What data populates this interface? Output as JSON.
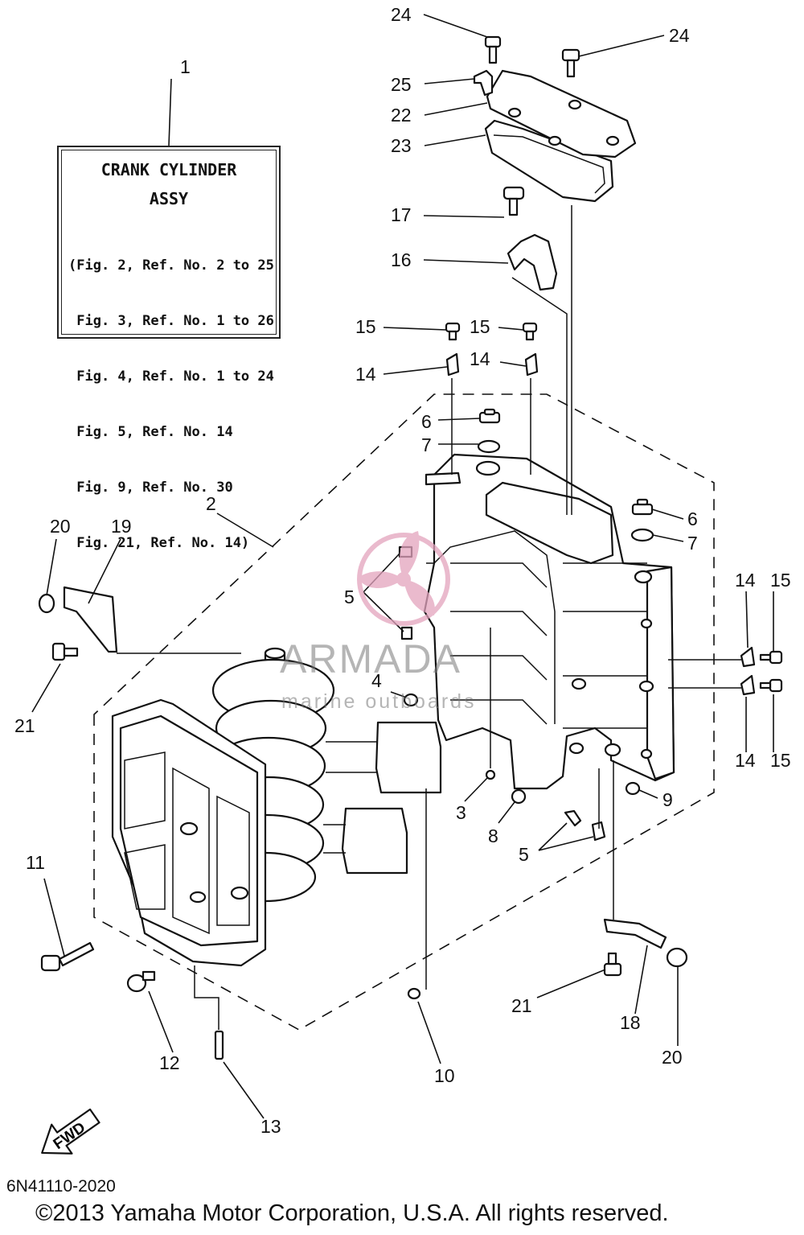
{
  "note": {
    "ref": "1",
    "title_line1": "CRANK CYLINDER",
    "title_line2": "ASSY",
    "lines": [
      "(Fig. 2, Ref. No. 2 to 25",
      " Fig. 3, Ref. No. 1 to 26",
      " Fig. 4, Ref. No. 1 to 24",
      " Fig. 5, Ref. No. 14",
      " Fig. 9, Ref. No. 30",
      " Fig. 21, Ref. No. 14)"
    ]
  },
  "callouts": {
    "c24a": "24",
    "c24b": "24",
    "c25": "25",
    "c22": "22",
    "c23": "23",
    "c17": "17",
    "c16": "16",
    "c15a": "15",
    "c15b": "15",
    "c14a": "14",
    "c14b": "14",
    "c6a": "6",
    "c7a": "7",
    "c6b": "6",
    "c7b": "7",
    "c2": "2",
    "c20a": "20",
    "c19": "19",
    "c21a": "21",
    "c5a": "5",
    "c4": "4",
    "c3": "3",
    "c8": "8",
    "c9": "9",
    "c5b": "5",
    "c14c": "14",
    "c15c": "15",
    "c14d": "14",
    "c15d": "15",
    "c11": "11",
    "c12": "12",
    "c13": "13",
    "c10": "10",
    "c21b": "21",
    "c18": "18",
    "c20b": "20"
  },
  "watermark": {
    "name": "ARMADA",
    "sub": "marine outboards",
    "accent": "#e3a3bd"
  },
  "fwd_label": "FWD",
  "doc_code": "6N41110-2020",
  "copyright": "©2013 Yamaha Motor Corporation, U.S.A. All rights reserved."
}
